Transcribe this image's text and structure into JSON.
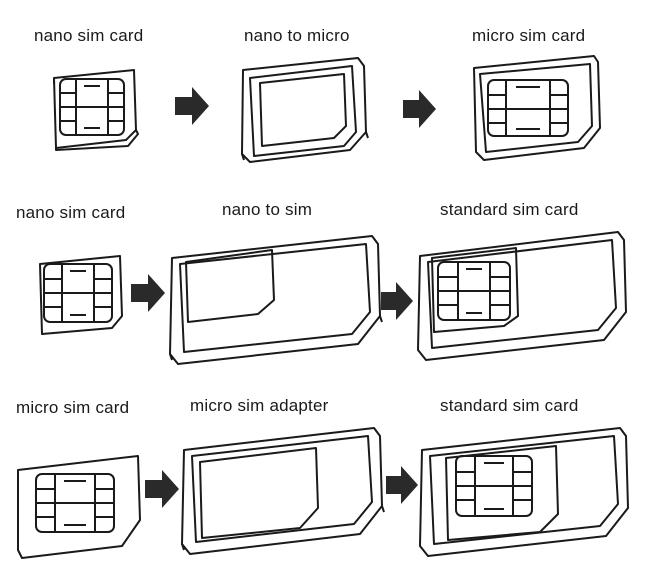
{
  "rows": [
    {
      "labels": [
        "nano sim card",
        "nano to micro",
        "micro sim card"
      ]
    },
    {
      "labels": [
        "nano sim card",
        "nano to sim",
        "standard sim card"
      ]
    },
    {
      "labels": [
        "micro sim card",
        "micro sim adapter",
        "standard sim card"
      ]
    }
  ],
  "colors": {
    "line": "#1a1a1a",
    "fill": "#ffffff",
    "arrow": "#2a2a2a"
  }
}
